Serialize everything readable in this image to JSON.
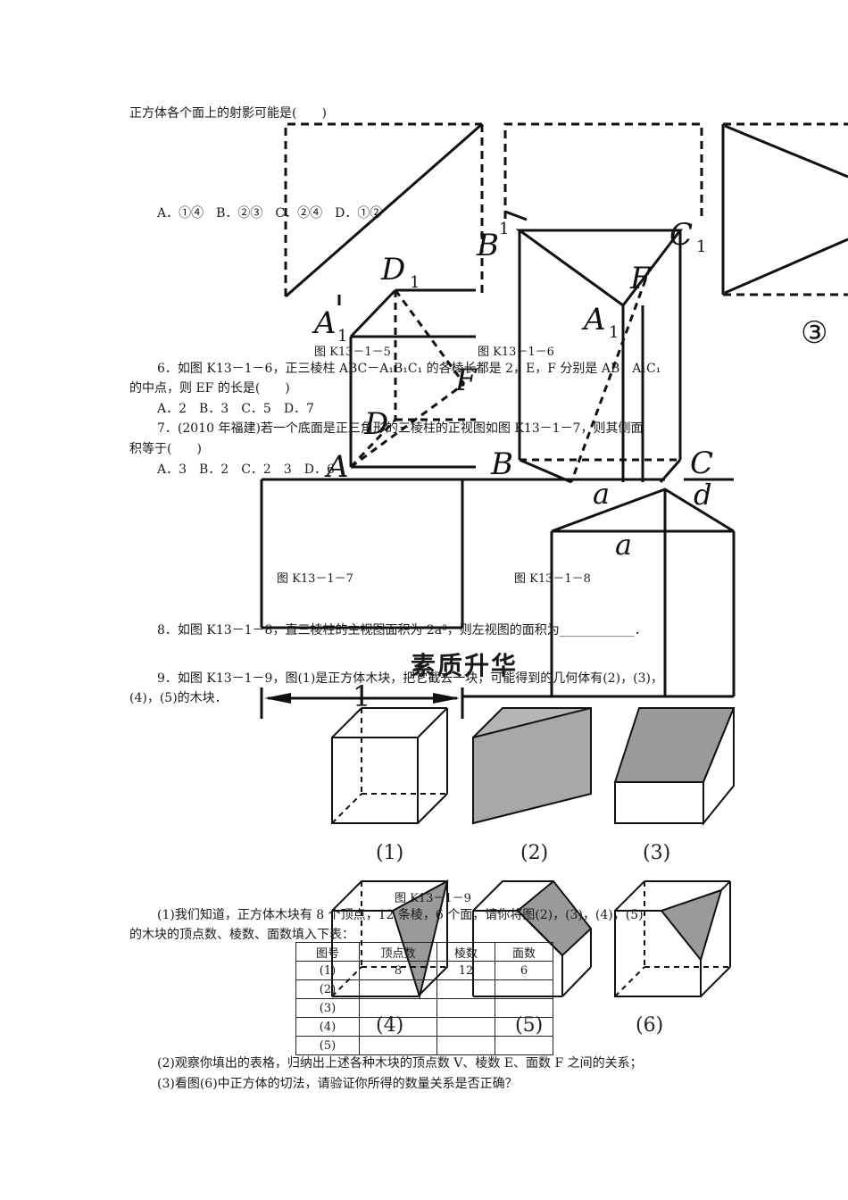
{
  "text": {
    "line_intro": "正方体各个面上的射影可能是(　　)",
    "opts_q5": "A．①④　B．②③　C．②④　D．①②",
    "cap_k13_1_5": "图 K13－1－5",
    "cap_k13_1_6": "图 K13－1－6",
    "q6_line1": "6．如图 K13－1－6，正三棱柱 ABC－A₁B₁C₁ 的各棱长都是 2，E，F 分别是 AB，A₁C₁",
    "q6_line2": "的中点，则 EF 的长是(　　)",
    "q6_opts": "A．2　B．3　C．5　D．7",
    "q7_line1": "7．(2010 年福建)若一个底面是正三角形的三棱柱的正视图如图 K13－1－7，则其侧面",
    "q7_line2": "积等于(　　)",
    "q7_opts": "A．3　B．2　C．2　3　D．6",
    "cap_k13_1_7": "图 K13－1－7",
    "cap_k13_1_8": "图 K13－1－8",
    "q8_line": "8．如图 K13－1－8，直三棱柱的主视图面积为 2a²，则左视图的面积为____________．",
    "banner": "素质升华",
    "q9_line1": "9．如图 K13－1－9，图(1)是正方体木块，把它截去一块，可能得到的几何体有(2)，(3)，",
    "q9_line2": "(4)，(5)的木块．",
    "cap_k13_1_9": "图 K13－1－9",
    "q9_1_line1": "(1)我们知道，正方体木块有 8 个顶点，12 条棱，6 个面，请你将图(2)，(3)，(4)，(5)",
    "q9_1_line2": "的木块的顶点数、棱数、面数填入下表：",
    "q9_2": "(2)观察你填出的表格，归纳出上述各种木块的顶点数 V、棱数 E、面数 F 之间的关系；",
    "q9_3": "(3)看图(6)中正方体的切法，请验证你所得的数量关系是否正确？"
  },
  "figure_labels": {
    "circle3": "③",
    "D1": "D",
    "D1_sub": "1",
    "A1_left": "A",
    "A1_left_sub": "1",
    "B1": "B",
    "B1_sub": "1",
    "C1": "C",
    "C1_sub": "1",
    "F_right": "F",
    "A1_right": "A",
    "A1_right_sub": "1",
    "F_left": "F",
    "D": "D",
    "A": "A",
    "B": "B",
    "C": "C",
    "a_top": "a",
    "a_mid": "a",
    "d": "d",
    "one": "1",
    "cube1": "(1)",
    "cube2": "(2)",
    "cube3": "(3)",
    "cube4": "(4)",
    "cube5": "(5)",
    "cube6": "(6)"
  },
  "table": {
    "headers": [
      "图号",
      "顶点数",
      "棱数",
      "面数"
    ],
    "rows": [
      [
        "(1)",
        "8",
        "12",
        "6"
      ],
      [
        "(2)",
        "",
        "",
        ""
      ],
      [
        "(3)",
        "",
        "",
        ""
      ],
      [
        "(4)",
        "",
        "",
        ""
      ],
      [
        "(5)",
        "",
        "",
        ""
      ]
    ]
  }
}
